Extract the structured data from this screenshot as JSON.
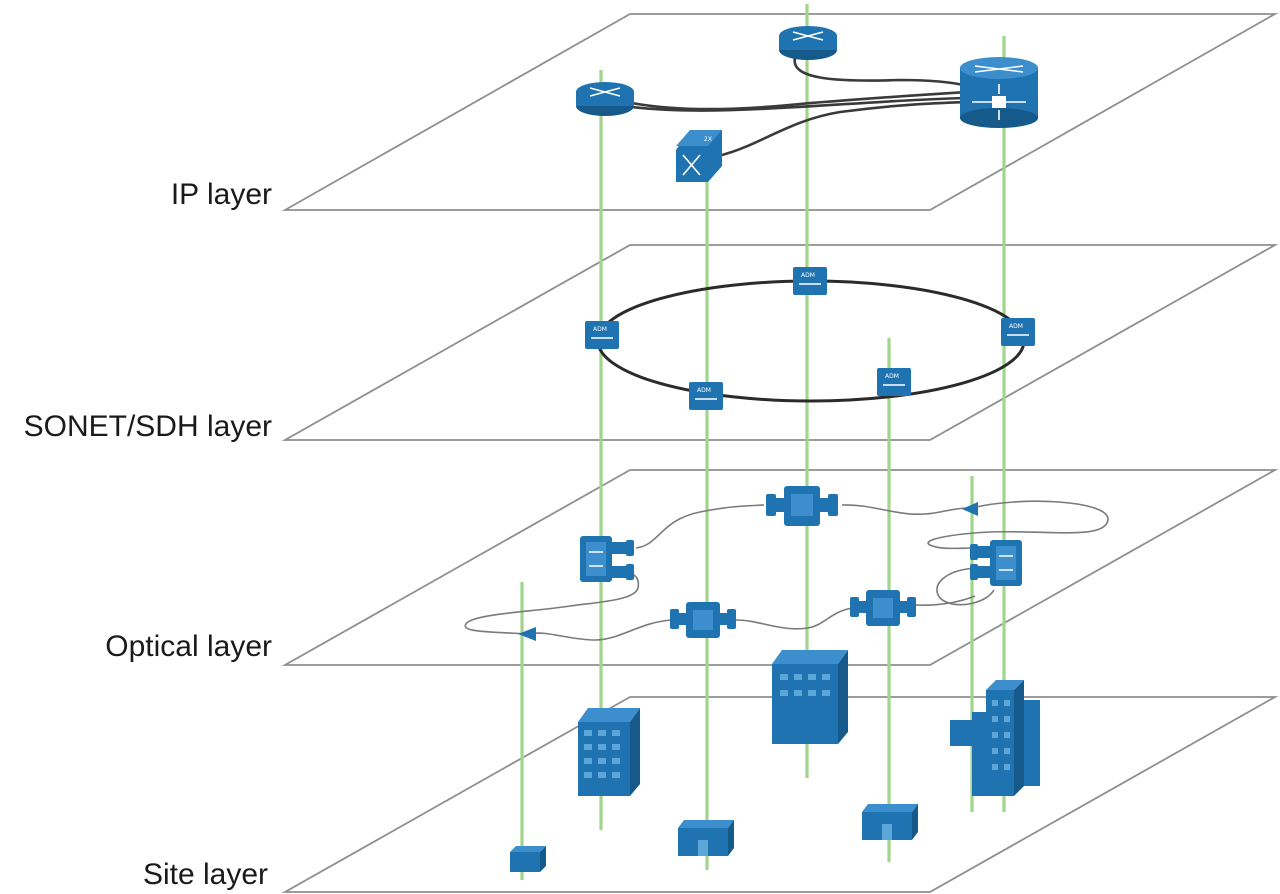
{
  "layers": [
    {
      "id": "ip",
      "label": "IP layer"
    },
    {
      "id": "sonet",
      "label": "SONET/SDH layer"
    },
    {
      "id": "optical",
      "label": "Optical layer"
    },
    {
      "id": "site",
      "label": "Site layer"
    }
  ],
  "device_text": {
    "adm": "ADM",
    "switch_tag": "2X"
  },
  "colors": {
    "device": "#1f73b0",
    "vertical_link": "#9fd68a",
    "plane_outline": "#8f8f8f",
    "ring": "#2b2b2b"
  }
}
